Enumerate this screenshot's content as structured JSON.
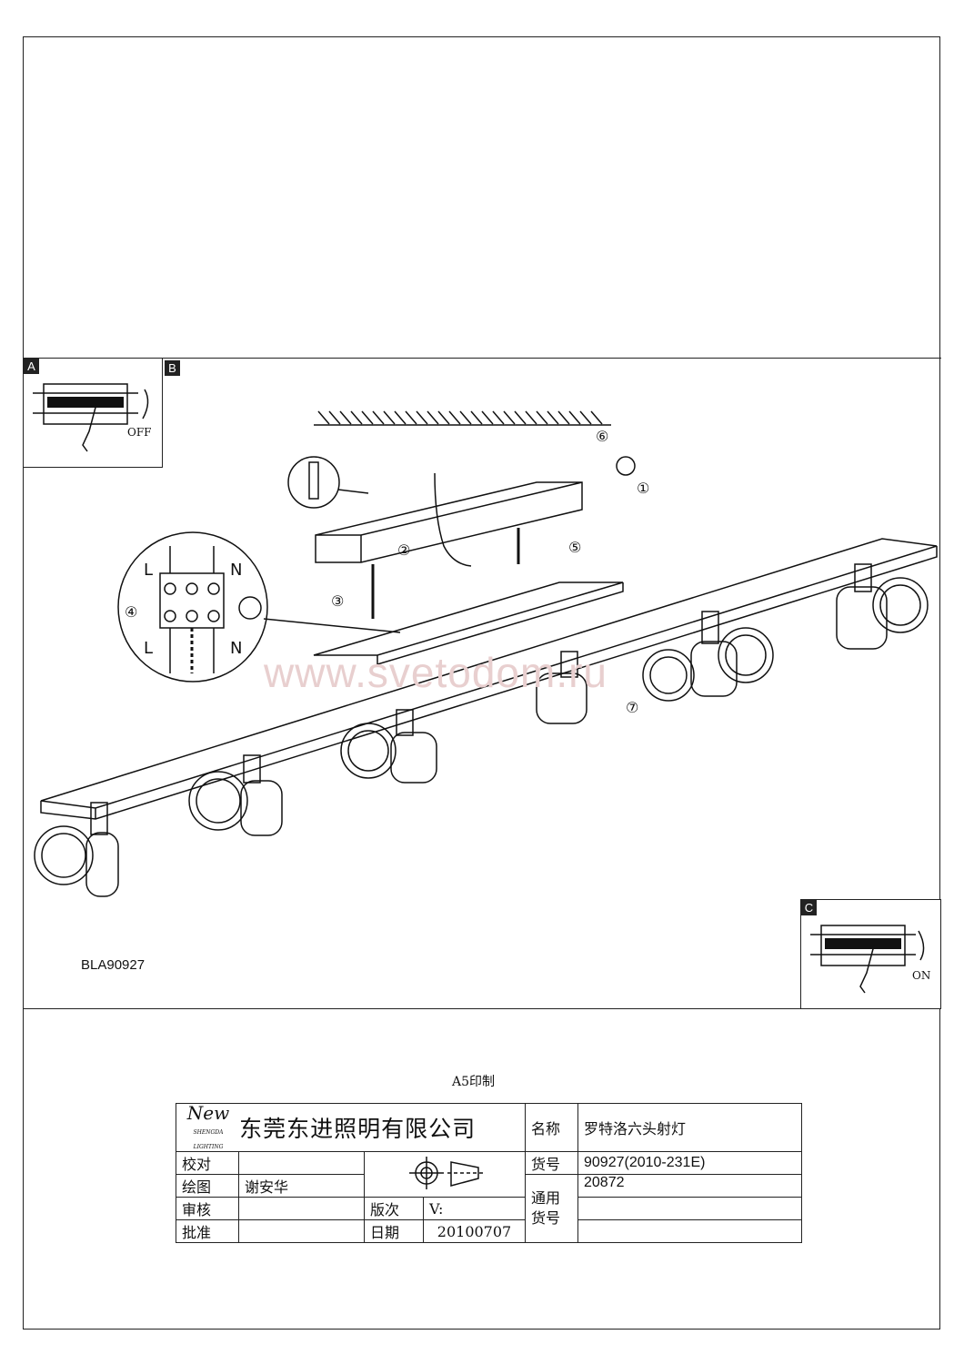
{
  "watermark": "www.svetodom.ru",
  "panels": {
    "a": {
      "tag": "A",
      "label": "OFF"
    },
    "b": {
      "tag": "B"
    },
    "c": {
      "tag": "C",
      "label": "ON"
    }
  },
  "steps": [
    "①",
    "②",
    "③",
    "④",
    "⑤",
    "⑥",
    "⑦"
  ],
  "wiring": {
    "L": "L",
    "N": "N"
  },
  "model_code": "BLA90927",
  "print_note": "A5印制",
  "title_block": {
    "logo": {
      "brand": "New",
      "sub1": "SHENGDA",
      "sub2": "LIGHTING"
    },
    "company": "东莞东进照明有限公司",
    "name_label": "名称",
    "name_value": "罗特洛六头射灯",
    "proofread_label": "校对",
    "proofread_value": "",
    "drawing_label": "绘图",
    "drawing_value": "谢安华",
    "review_label": "审核",
    "review_value": "",
    "approve_label": "批准",
    "approve_value": "",
    "item_no_label": "货号",
    "item_no_value": "90927(2010-231E)",
    "common_label": "通用货号",
    "common_value": "20872",
    "version_label": "版次",
    "version_value": "V:",
    "date_label": "日期",
    "date_value": "20100707"
  }
}
